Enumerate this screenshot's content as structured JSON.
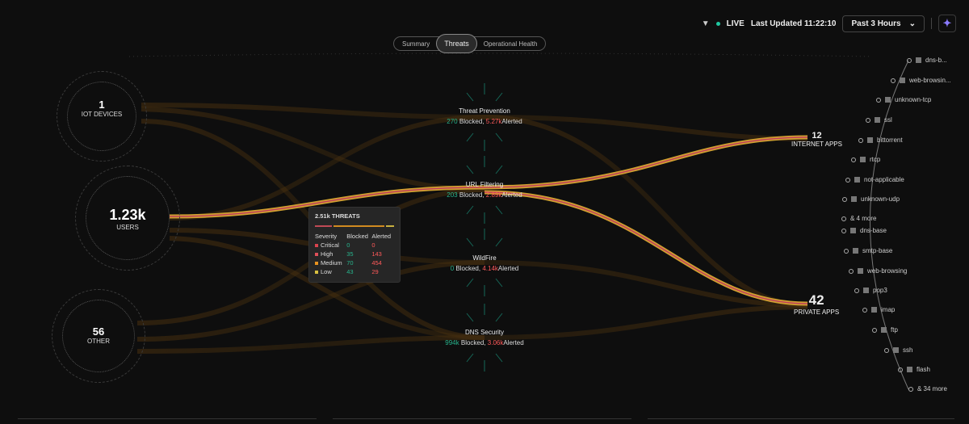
{
  "header": {
    "live_label": "LIVE",
    "last_updated": "Last Updated 11:22:10",
    "time_range": "Past 3 Hours"
  },
  "tabs": [
    {
      "label": "Summary"
    },
    {
      "label": "Threats"
    },
    {
      "label": "Operational Health"
    }
  ],
  "sources": [
    {
      "count": "1",
      "label": "IOT DEVICES"
    },
    {
      "count": "1.23k",
      "label": "USERS"
    },
    {
      "count": "56",
      "label": "OTHER"
    }
  ],
  "engines": [
    {
      "name": "Threat Prevention",
      "blocked": "270",
      "alerted": "5.27k"
    },
    {
      "name": "URL Filtering",
      "blocked": "203",
      "alerted": "2.89k"
    },
    {
      "name": "WildFire",
      "blocked": "0",
      "alerted": "4.14k"
    },
    {
      "name": "DNS Security",
      "blocked": "994k",
      "alerted": "3.06k"
    }
  ],
  "blocked_suffix": "Blocked,",
  "alerted_suffix": "Alerted",
  "destinations": [
    {
      "count": "12",
      "label": "INTERNET APPS"
    },
    {
      "count": "42",
      "label": "PRIVATE APPS"
    }
  ],
  "internet_apps": [
    "dns-b...",
    "web-browsin...",
    "unknown-tcp",
    "ssl",
    "bittorrent",
    "rtcp",
    "not-applicable",
    "unknown-udp",
    "& 4 more"
  ],
  "private_apps": [
    "dns-base",
    "smtp-base",
    "web-browsing",
    "pop3",
    "imap",
    "ftp",
    "ssh",
    "flash",
    "& 34 more"
  ],
  "tooltip": {
    "title": "2.51k THREATS",
    "headers": [
      "Severity",
      "Blocked",
      "Alerted"
    ],
    "rows": [
      {
        "severity": "Critical",
        "blocked": "0",
        "alerted": "0",
        "color": "#d9434e"
      },
      {
        "severity": "High",
        "blocked": "35",
        "alerted": "143",
        "color": "#e0505a"
      },
      {
        "severity": "Medium",
        "blocked": "70",
        "alerted": "454",
        "color": "#e8921f"
      },
      {
        "severity": "Low",
        "blocked": "43",
        "alerted": "29",
        "color": "#d8c040"
      }
    ]
  },
  "colors": {
    "accent": "#1fc7a0",
    "alerted": "#ff5a5a",
    "blocked": "#27b38c"
  }
}
